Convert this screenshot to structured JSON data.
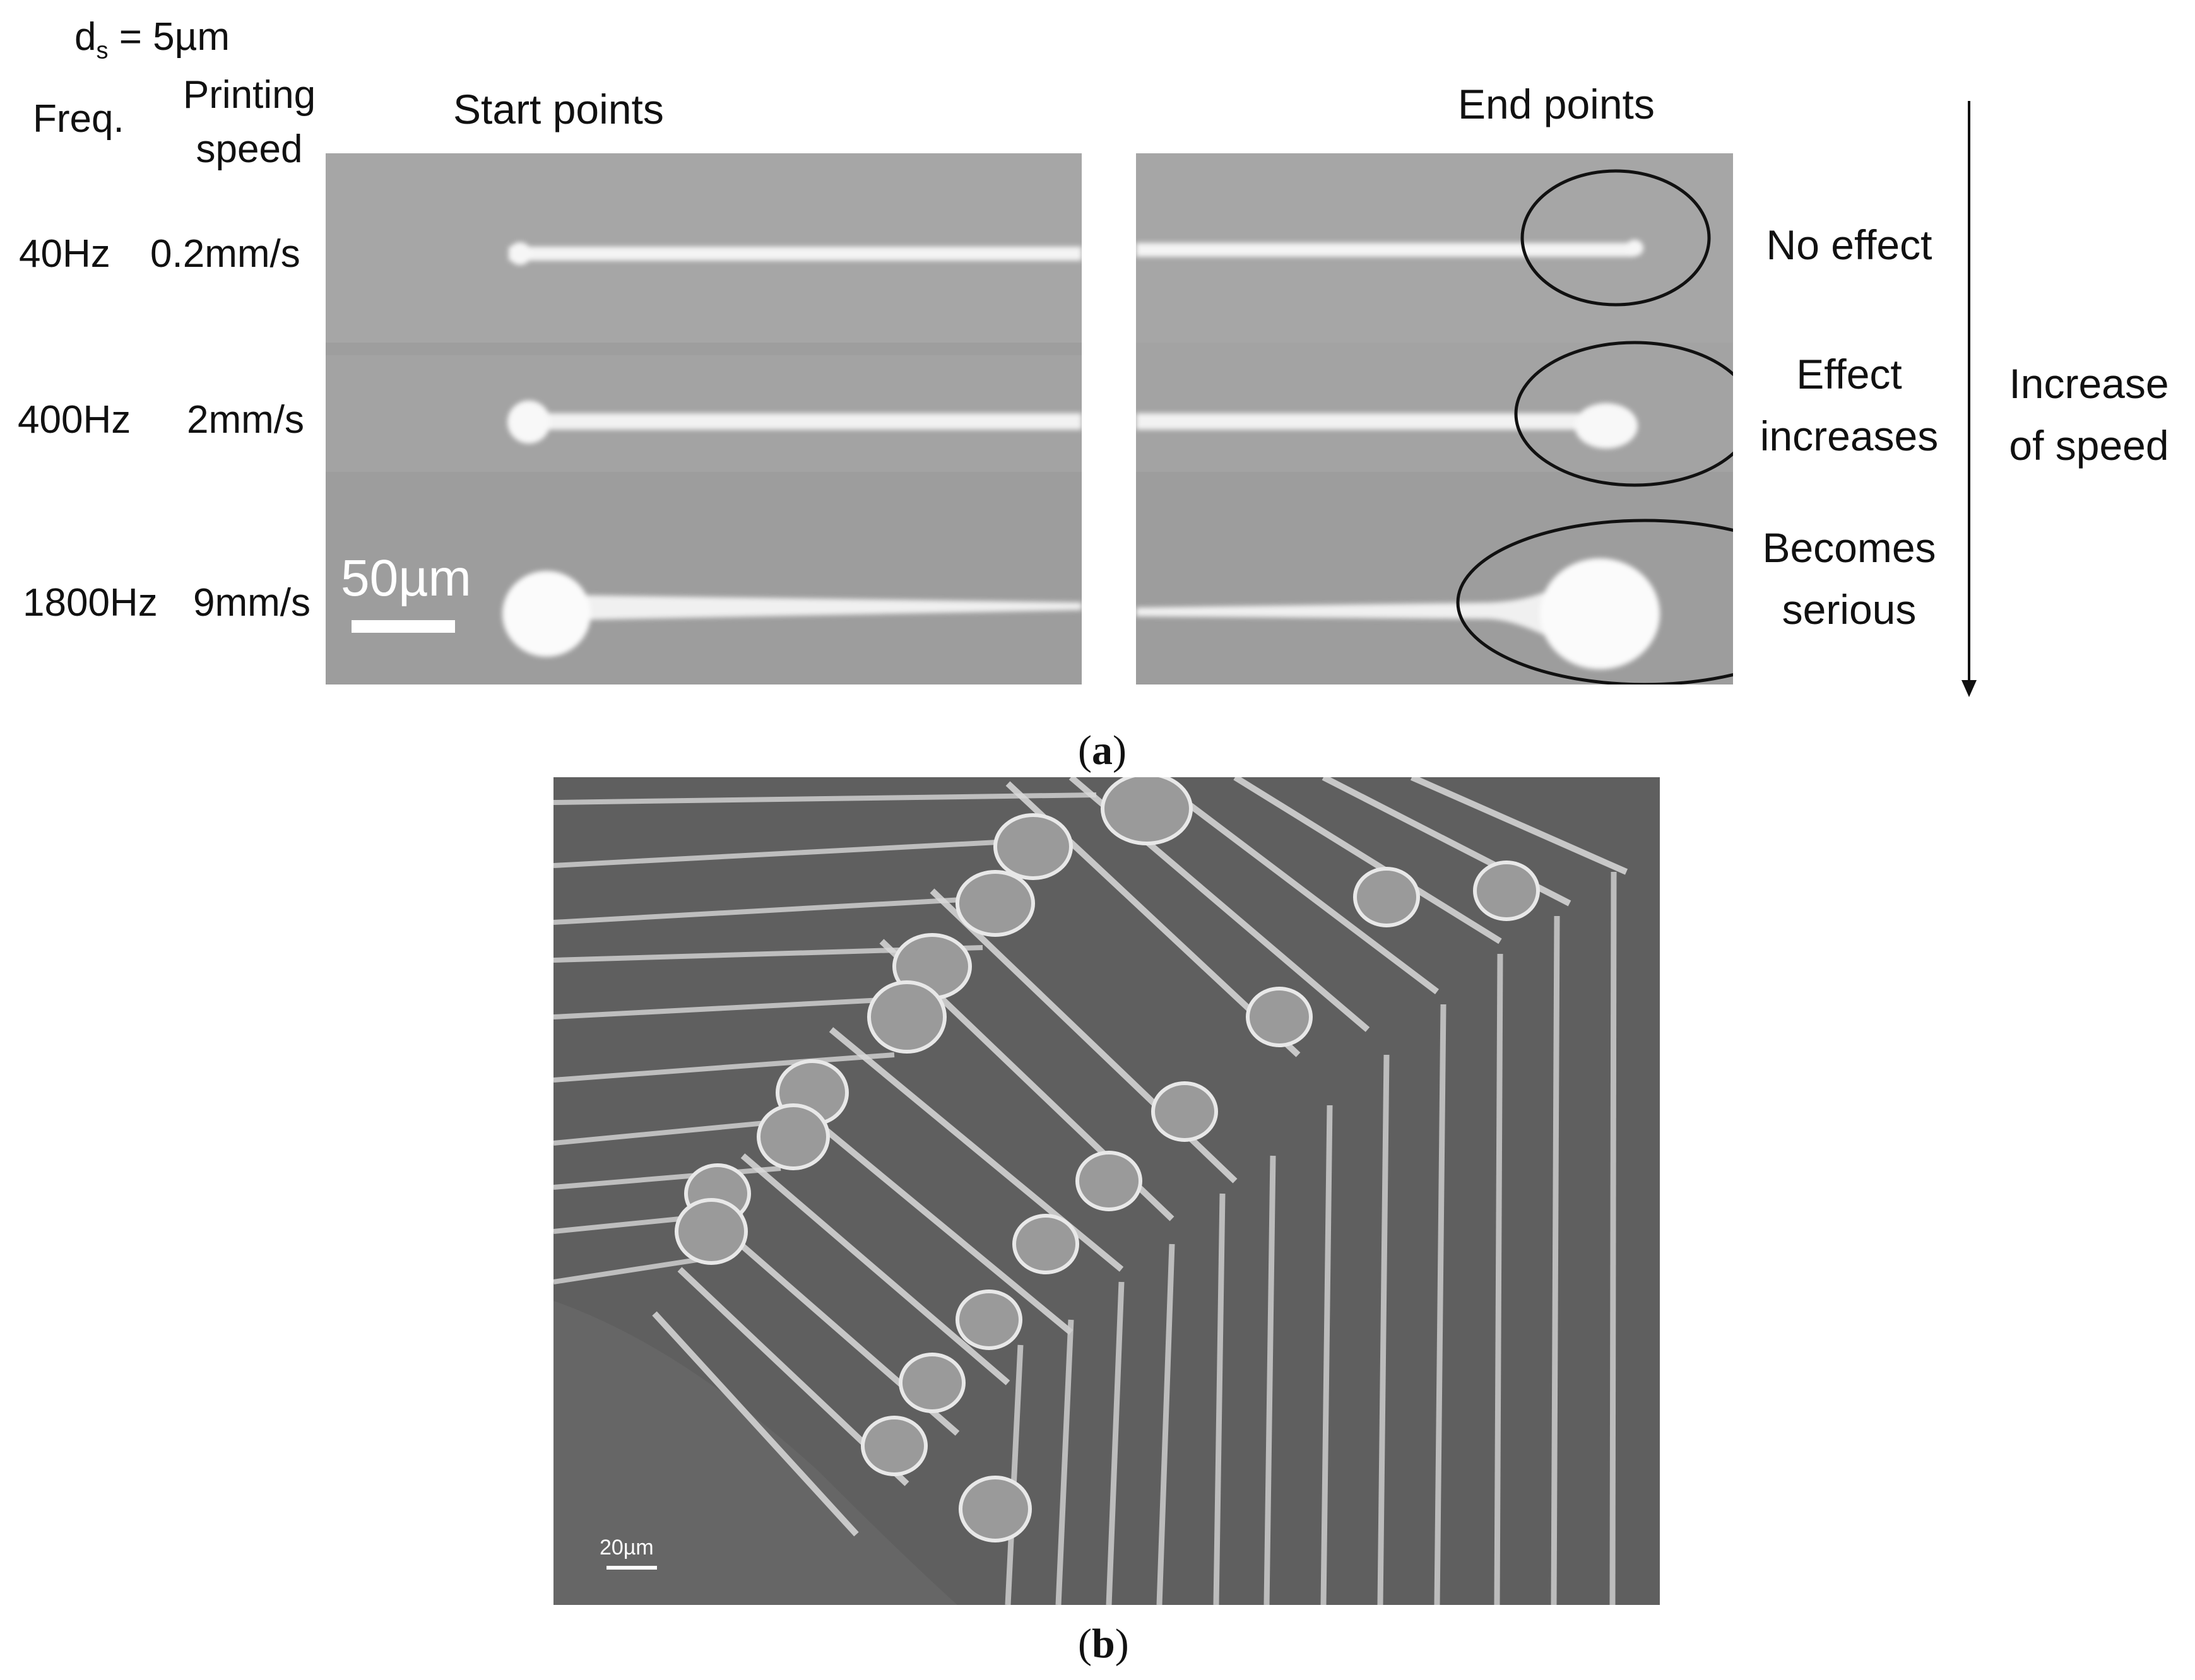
{
  "panel_a": {
    "ds_prefix": "d",
    "ds_sub": "s",
    "ds_rest": " = 5µm",
    "freq_header": "Freq.",
    "speed_header_line1": "Printing",
    "speed_header_line2": "speed",
    "start_header": "Start points",
    "end_header": "End points",
    "rows": [
      {
        "freq": "40Hz",
        "speed": "0.2mm/s",
        "effect_line1": "No effect",
        "effect_line2": ""
      },
      {
        "freq": "400Hz",
        "speed": "2mm/s",
        "effect_line1": "Effect",
        "effect_line2": "increases"
      },
      {
        "freq": "1800Hz",
        "speed": "9mm/s",
        "effect_line1": "Becomes",
        "effect_line2": "serious"
      }
    ],
    "scale_bar": "50µm",
    "arrow_label_line1": "Increase",
    "arrow_label_line2": "of speed",
    "caption_open": "(",
    "caption_letter": "a",
    "caption_close": ")"
  },
  "panel_b": {
    "scale_bar": "20µm",
    "caption_open": "(",
    "caption_letter": "b",
    "caption_close": ")"
  }
}
